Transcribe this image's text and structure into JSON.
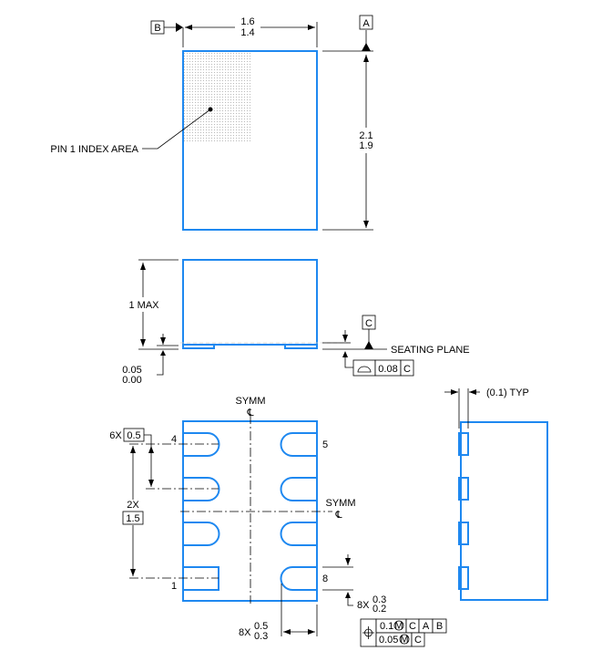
{
  "top_view": {
    "datum_b": "B",
    "datum_a": "A",
    "width_max": "1.6",
    "width_min": "1.4",
    "length_max": "2.1",
    "length_min": "1.9",
    "pin1_label": "PIN 1 INDEX AREA"
  },
  "side_view": {
    "height_label": "1 MAX",
    "standoff_max": "0.05",
    "standoff_min": "0.00",
    "datum_c": "C",
    "seating_plane": "SEATING PLANE",
    "flatness_value": "0.08",
    "flatness_datum": "C"
  },
  "bottom_view": {
    "symm_v": "SYMM",
    "symm_h": "SYMM",
    "centerline_symbol": "℄",
    "pitch_qty": "6X",
    "pitch": "0.5",
    "span_qty": "2X",
    "span": "1.5",
    "pin_labels": [
      "4",
      "5",
      "1",
      "8"
    ],
    "lead_width_qty": "8X",
    "lead_width_max": "0.3",
    "lead_width_min": "0.2",
    "lead_length_qty": "8X",
    "lead_length_max": "0.5",
    "lead_length_min": "0.3",
    "position_tol_1": "0.1",
    "position_tol_2": "0.05",
    "mmc": "M",
    "datums_1": [
      "C",
      "A",
      "B"
    ],
    "datums_2": [
      "C"
    ]
  },
  "end_view": {
    "lead_protrusion": "(0.1) TYP"
  },
  "colors": {
    "outline": "#1e88f0"
  }
}
